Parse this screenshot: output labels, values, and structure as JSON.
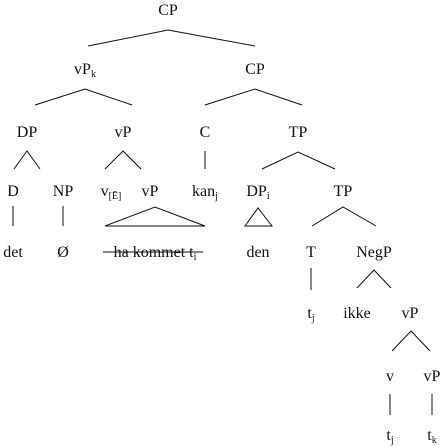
{
  "tree": {
    "root": {
      "text": "CP"
    },
    "l1": {
      "vpk": {
        "base": "vP",
        "sub": "k"
      },
      "cp": {
        "text": "CP"
      }
    },
    "l2": {
      "dp": {
        "text": "DP"
      },
      "vp": {
        "text": "vP"
      },
      "c": {
        "text": "C"
      },
      "tp": {
        "text": "TP"
      }
    },
    "l3": {
      "d": {
        "text": "D"
      },
      "np": {
        "text": "NP"
      },
      "vfeat": {
        "base": "v",
        "sub": "[Ē]"
      },
      "vp": {
        "text": "vP"
      },
      "kan": {
        "base": "kan",
        "sub": "j"
      },
      "dpi": {
        "base": "DP",
        "sub": "i"
      },
      "tp": {
        "text": "TP"
      }
    },
    "l4": {
      "det": {
        "text": "det"
      },
      "null": {
        "text": "Ø"
      },
      "hakommet": {
        "text": "ha kommet t",
        "sub": "i"
      },
      "den": {
        "text": "den"
      },
      "t": {
        "text": "T"
      },
      "negp": {
        "text": "NegP"
      }
    },
    "l5": {
      "tj": {
        "base": "t",
        "sub": "j"
      },
      "ikke": {
        "text": "ikke"
      },
      "vp": {
        "text": "vP"
      }
    },
    "l6": {
      "v": {
        "text": "v"
      },
      "vp": {
        "text": "vP"
      }
    },
    "l7": {
      "tj": {
        "base": "t",
        "sub": "j"
      },
      "tk": {
        "base": "t",
        "sub": "k"
      }
    }
  }
}
